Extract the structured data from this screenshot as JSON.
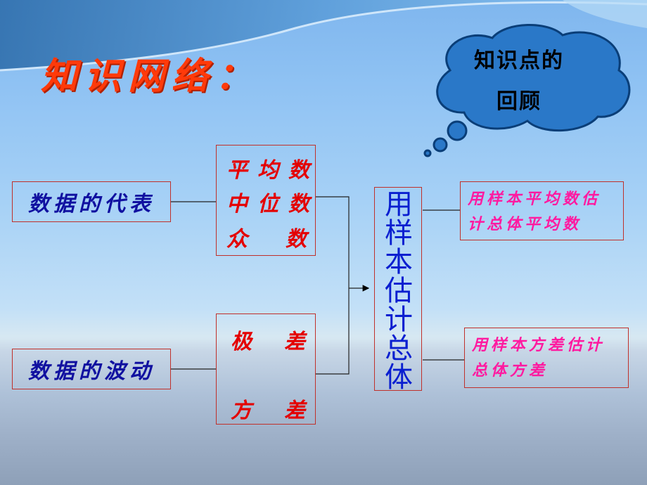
{
  "title": "知识网络：",
  "cloud": {
    "line1": "知识点的",
    "line2": "回顾"
  },
  "left": {
    "representative": "数据的代表",
    "fluctuation": "数据的波动"
  },
  "middle": {
    "mean": "平均数",
    "median": "中位数",
    "mode": "众　数",
    "range": "极　差",
    "variance": "方　差"
  },
  "center": "用样本估计总体",
  "right": {
    "mean_estimate_line1": "用样本平均数估",
    "mean_estimate_line2": "计总体平均数",
    "variance_estimate_line1": "用样本方差估计",
    "variance_estimate_line2": "总体方差"
  },
  "colors": {
    "title": "#ff3a0a",
    "left_text": "#1010a0",
    "middle_text": "#e40000",
    "center_text": "#0a1fd0",
    "right_text": "#ff1aa0",
    "border": "#c0302a",
    "cloud": "#2a78c8"
  }
}
